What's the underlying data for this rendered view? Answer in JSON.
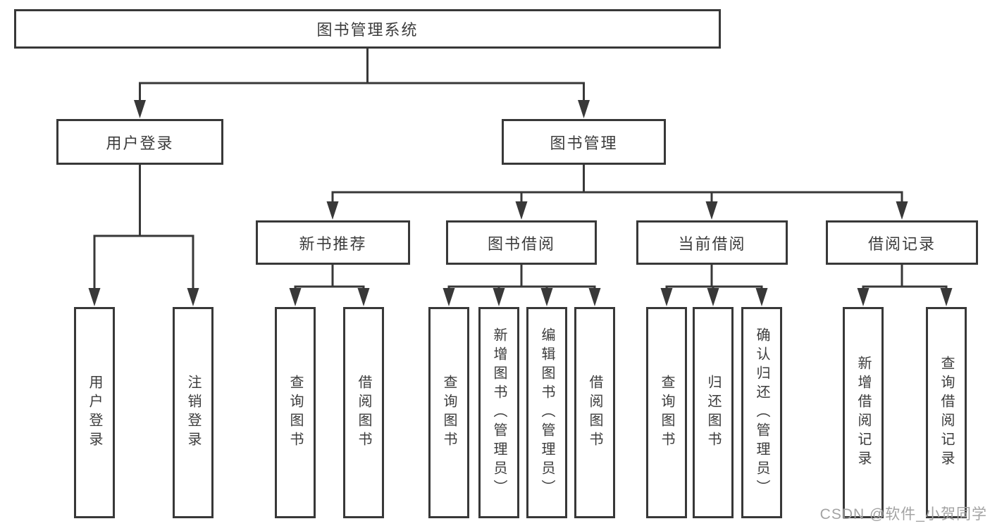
{
  "diagram": {
    "root": {
      "label": "图书管理系统"
    },
    "branches": [
      {
        "label": "用户登录",
        "children": [
          {
            "label": "用户登录"
          },
          {
            "label": "注销登录"
          }
        ]
      },
      {
        "label": "图书管理",
        "children": [
          {
            "label": "新书推荐",
            "children": [
              {
                "label": "查询图书"
              },
              {
                "label": "借阅图书"
              }
            ]
          },
          {
            "label": "图书借阅",
            "children": [
              {
                "label": "查询图书"
              },
              {
                "label": "新增图书（管理员）"
              },
              {
                "label": "编辑图书（管理员）"
              },
              {
                "label": "借阅图书"
              }
            ]
          },
          {
            "label": "当前借阅",
            "children": [
              {
                "label": "查询图书"
              },
              {
                "label": "归还图书"
              },
              {
                "label": "确认归还（管理员）"
              }
            ]
          },
          {
            "label": "借阅记录",
            "children": [
              {
                "label": "新增借阅记录"
              },
              {
                "label": "查询借阅记录"
              }
            ]
          }
        ]
      }
    ]
  },
  "colors": {
    "line": "#383838",
    "text": "#3c3c3c",
    "background": "#ffffff",
    "watermark": "#a3a3a3"
  },
  "watermark": {
    "text": "CSDN @软件_小贺同学"
  }
}
